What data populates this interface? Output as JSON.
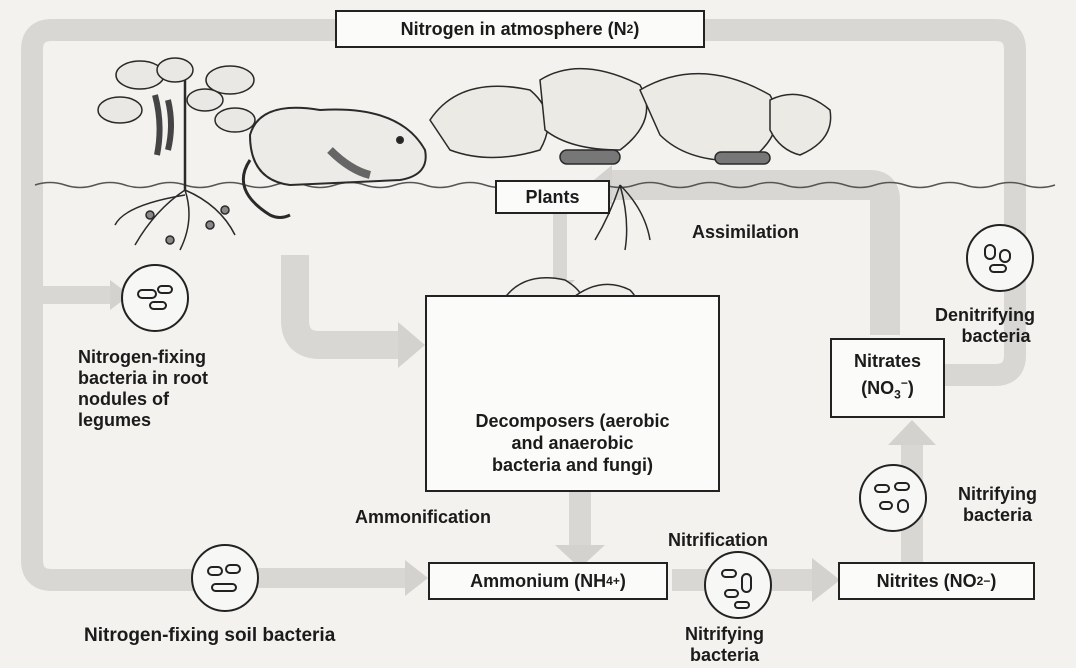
{
  "nodes": {
    "atmosphere": {
      "label": "Nitrogen in atmosphere (N",
      "sub": "2",
      "tail": ")"
    },
    "plants": {
      "label": "Plants"
    },
    "decomposers": {
      "label": "Decomposers (aerobic and anaerobic bacteria and fungi)",
      "lines": [
        "Decomposers (aerobic",
        "and anaerobic",
        "bacteria and fungi)"
      ]
    },
    "ammonium": {
      "label": "Ammonium (NH",
      "sub": "4",
      "sup": "+",
      "tail": ")"
    },
    "nitrites": {
      "label": "Nitrites (NO",
      "sub": "2",
      "sup": "−",
      "tail": ")"
    },
    "nitrates": {
      "line1": "Nitrates",
      "line2_pre": "(NO",
      "sub": "3",
      "sup": "−",
      "tail": ")"
    }
  },
  "labels": {
    "assimilation": "Assimilation",
    "ammonification": "Ammonification",
    "nitrification": "Nitrification",
    "root_bacteria": [
      "Nitrogen-fixing",
      "bacteria in root",
      "nodules of",
      "legumes"
    ],
    "soil_bacteria": "Nitrogen-fixing soil bacteria",
    "nitrifying_bottom": [
      "Nitrifying",
      "bacteria"
    ],
    "nitrifying_right": [
      "Nitrifying",
      "bacteria"
    ],
    "denitrifying": [
      "Denitrifying",
      "bacteria"
    ]
  },
  "colors": {
    "arrow": "#d6d5d1",
    "arrow_dark": "#c9c8c3",
    "ink": "#1b1b1b",
    "background": "#f3f2ef"
  },
  "icons": [
    "legume-plant-icon",
    "rodent-icon",
    "squash-plant-icon",
    "mushroom-icon",
    "bacteria-icon"
  ]
}
